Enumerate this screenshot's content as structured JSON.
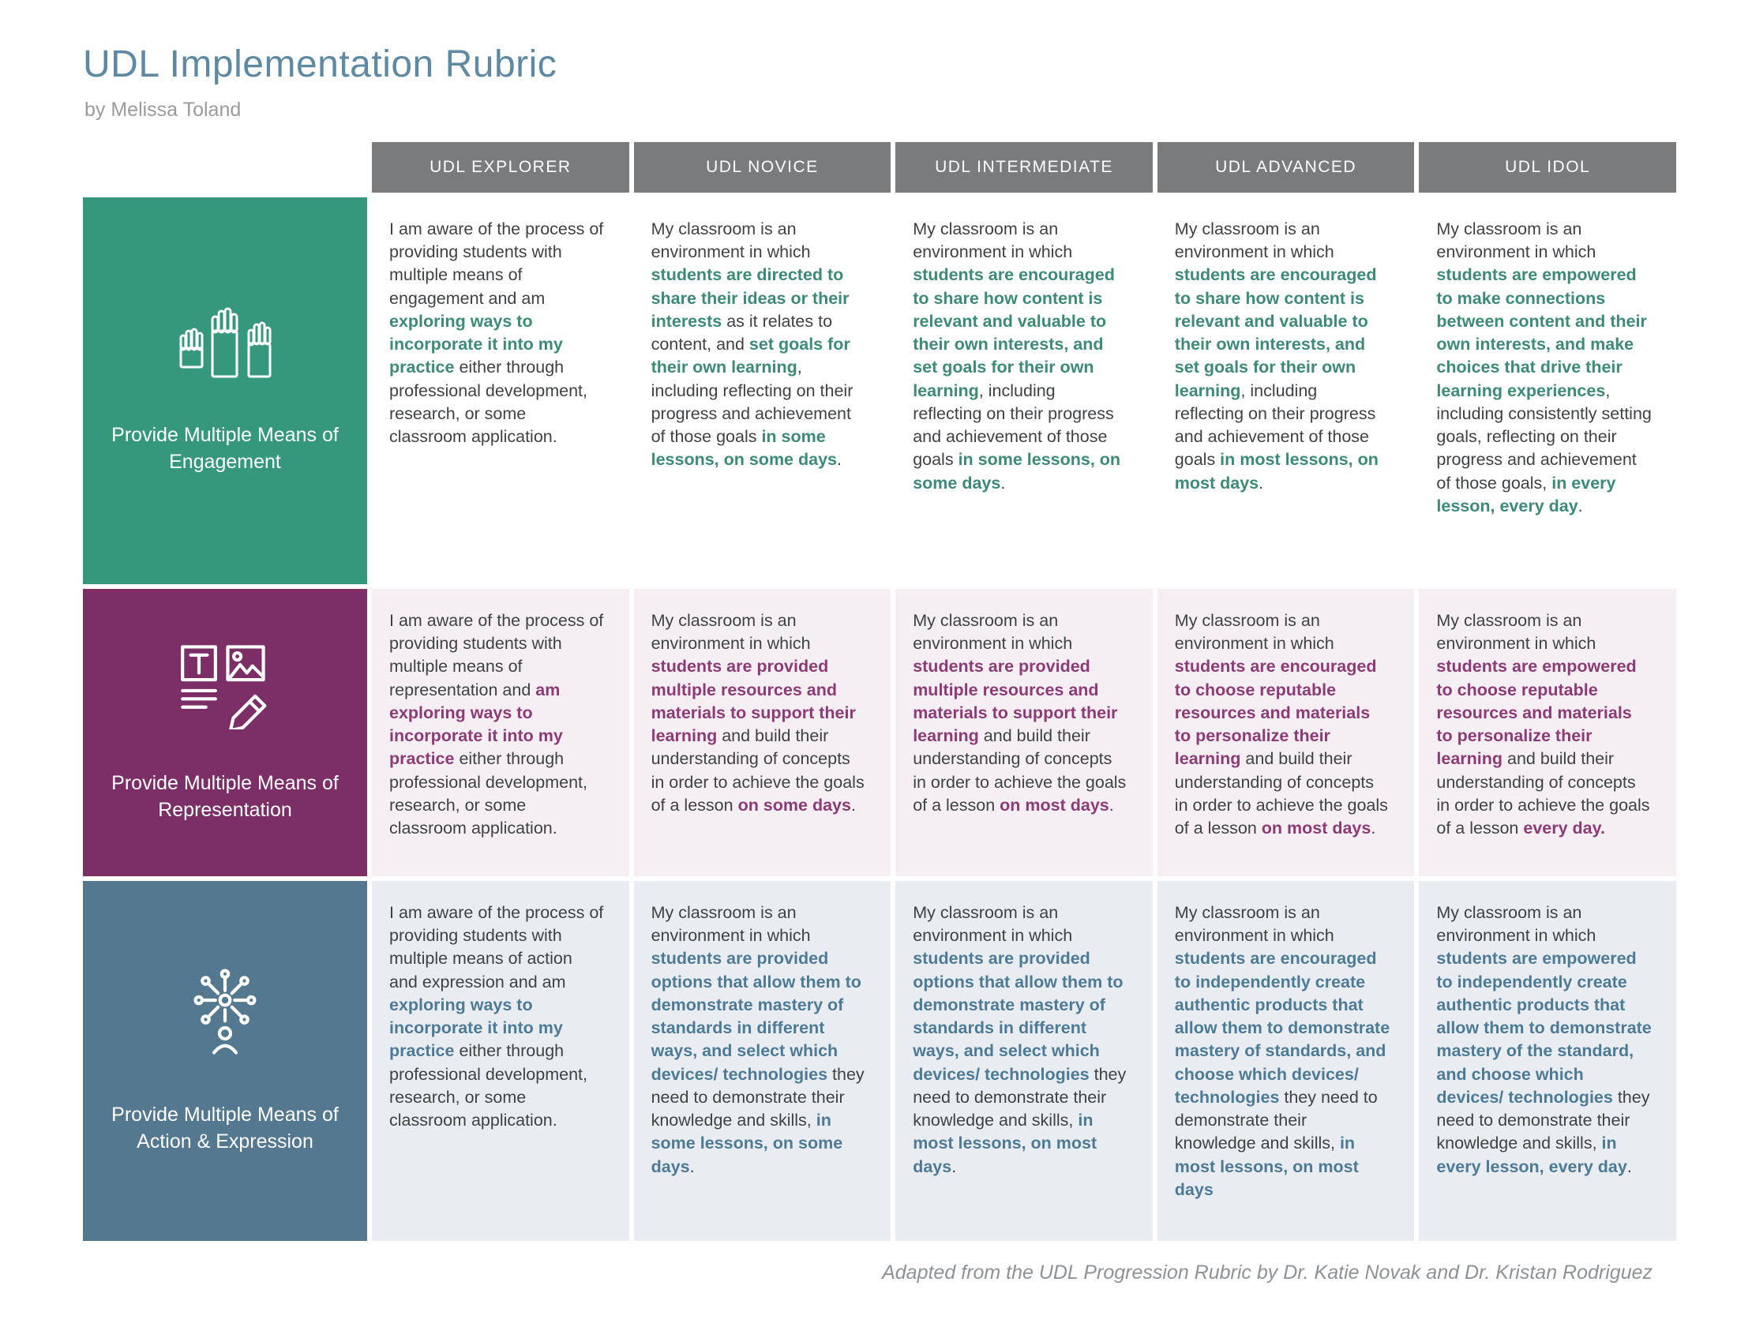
{
  "page": {
    "title": "UDL Implementation Rubric",
    "byline": "by Melissa Toland",
    "footer": "Adapted from the UDL Progression Rubric by Dr. Katie Novak and Dr. Kristan Rodriguez"
  },
  "colors": {
    "title": "#5d89a2",
    "byline": "#9b9b9b",
    "column_header_bg": "#797b7d",
    "column_header_text": "#ffffff",
    "footer_text": "#8d9296",
    "body_text": "#3f4245"
  },
  "columns": [
    "UDL EXPLORER",
    "UDL NOVICE",
    "UDL INTERMEDIATE",
    "UDL ADVANCED",
    "UDL IDOL"
  ],
  "rows": [
    {
      "label": "Provide Multiple Means of Engagement",
      "icon": "raised-hands-icon",
      "header_bg": "#35987d",
      "highlight_color": "#3d8a77",
      "cell_bg": "#ffffff",
      "cells": [
        [
          {
            "t": "I am aware of the process of providing students with multiple means of engagement and am ",
            "h": false
          },
          {
            "t": "exploring ways to incorporate it into my practice",
            "h": true
          },
          {
            "t": " either through professional development, research, or some classroom application.",
            "h": false
          }
        ],
        [
          {
            "t": "My classroom is an environment in which ",
            "h": false
          },
          {
            "t": "students are directed to share their ideas or their interests",
            "h": true
          },
          {
            "t": " as it relates to content, and ",
            "h": false
          },
          {
            "t": "set goals for their own learning",
            "h": true
          },
          {
            "t": ", including reflecting on their progress and achievement of those goals ",
            "h": false
          },
          {
            "t": "in some lessons, on some days",
            "h": true
          },
          {
            "t": ".",
            "h": false
          }
        ],
        [
          {
            "t": "My classroom is an environment in which ",
            "h": false
          },
          {
            "t": "students are encouraged to share how content is relevant and valuable to their own interests, and set goals for their own learning",
            "h": true
          },
          {
            "t": ", including reflecting on their progress and achievement of those goals ",
            "h": false
          },
          {
            "t": "in some lessons, on some days",
            "h": true
          },
          {
            "t": ".",
            "h": false
          }
        ],
        [
          {
            "t": "My classroom is an environment in which ",
            "h": false
          },
          {
            "t": "students are encouraged to share how content is relevant and valuable to their own interests, and set goals for their own learning",
            "h": true
          },
          {
            "t": ", including reflecting on their progress and achievement of those goals ",
            "h": false
          },
          {
            "t": "in most lessons, on most days",
            "h": true
          },
          {
            "t": ".",
            "h": false
          }
        ],
        [
          {
            "t": "My classroom is an environment in which  ",
            "h": false
          },
          {
            "t": "students are empowered to make connections between content and their own interests, and make choices that drive their learning experiences",
            "h": true
          },
          {
            "t": ", including consistently setting goals,  reflecting on their progress and achievement of those goals, ",
            "h": false
          },
          {
            "t": "in every lesson, every day",
            "h": true
          },
          {
            "t": ".",
            "h": false
          }
        ]
      ]
    },
    {
      "label": "Provide Multiple Means of Representation",
      "icon": "text-image-media-icon",
      "header_bg": "#7c2e66",
      "highlight_color": "#8d3b77",
      "cell_bg": "#f5eff4",
      "cells": [
        [
          {
            "t": "I am aware of the process of providing students with multiple means of representation and ",
            "h": false
          },
          {
            "t": "am exploring ways to incorporate it into my practice",
            "h": true
          },
          {
            "t": " either through professional development, research, or some classroom application.",
            "h": false
          }
        ],
        [
          {
            "t": "My classroom is an environment in which ",
            "h": false
          },
          {
            "t": "students are provided multiple resources and materials to support their learning",
            "h": true
          },
          {
            "t": " and build their understanding of concepts in order to achieve the goals of a lesson ",
            "h": false
          },
          {
            "t": "on some days",
            "h": true
          },
          {
            "t": ".",
            "h": false
          }
        ],
        [
          {
            "t": "My classroom is an environment in which ",
            "h": false
          },
          {
            "t": "students are provided multiple  resources and materials to support their learning",
            "h": true
          },
          {
            "t": " and build their understanding of concepts in order to achieve the goals of a lesson ",
            "h": false
          },
          {
            "t": "on most days",
            "h": true
          },
          {
            "t": ".",
            "h": false
          }
        ],
        [
          {
            "t": "My classroom is an environment in which ",
            "h": false
          },
          {
            "t": "students are encouraged to choose reputable resources and materials to personalize their learning",
            "h": true
          },
          {
            "t": " and build their understanding of concepts in order to achieve the goals of a lesson ",
            "h": false
          },
          {
            "t": "on most days",
            "h": true
          },
          {
            "t": ".",
            "h": false
          }
        ],
        [
          {
            "t": "My classroom is an environment in which  ",
            "h": false
          },
          {
            "t": "students are empowered to choose reputable resources and materials to personalize their learning",
            "h": true
          },
          {
            "t": " and build their understanding of concepts in order to achieve the goals of a lesson ",
            "h": false
          },
          {
            "t": "every day.",
            "h": true
          }
        ]
      ]
    },
    {
      "label": "Provide Multiple Means of Action & Expression",
      "icon": "burst-network-icon",
      "header_bg": "#54788f",
      "highlight_color": "#4d7b96",
      "cell_bg": "#e9edf2",
      "cells": [
        [
          {
            "t": "I am aware of the process of providing students with multiple means of action and expression and am ",
            "h": false
          },
          {
            "t": "exploring ways to incorporate it into my practice",
            "h": true
          },
          {
            "t": " either through professional development, research, or some classroom application.",
            "h": false
          }
        ],
        [
          {
            "t": "My classroom is an environment in which ",
            "h": false
          },
          {
            "t": "students are provided options that allow them to demonstrate mastery of standards in different ways, and select which devices/ technologies",
            "h": true
          },
          {
            "t": " they need to demonstrate their knowledge and skills, ",
            "h": false
          },
          {
            "t": "in some lessons, on some days",
            "h": true
          },
          {
            "t": ".",
            "h": false
          }
        ],
        [
          {
            "t": "My classroom is an environment in which ",
            "h": false
          },
          {
            "t": "students are provided options that allow them to demonstrate mastery of standards in different ways, and select which devices/ technologies",
            "h": true
          },
          {
            "t": " they need to demonstrate their knowledge and skills, ",
            "h": false
          },
          {
            "t": "in most lessons, on most days",
            "h": true
          },
          {
            "t": ".",
            "h": false
          }
        ],
        [
          {
            "t": "My classroom is an environment in which ",
            "h": false
          },
          {
            "t": "students are encouraged to independently create authentic products that allow them to demonstrate mastery of standards, and choose which devices/ technologies",
            "h": true
          },
          {
            "t": " they need to demonstrate their knowledge and skills, ",
            "h": false
          },
          {
            "t": "in most lessons, on most days",
            "h": true
          }
        ],
        [
          {
            "t": "My classroom is an environment in which  ",
            "h": false
          },
          {
            "t": "students are empowered to independently create authentic products that allow them to demonstrate mastery of the standard, and choose which devices/ technologies",
            "h": true
          },
          {
            "t": " they need to demonstrate their knowledge and skills, ",
            "h": false
          },
          {
            "t": "in every lesson, every day",
            "h": true
          },
          {
            "t": ".",
            "h": false
          }
        ]
      ]
    }
  ]
}
